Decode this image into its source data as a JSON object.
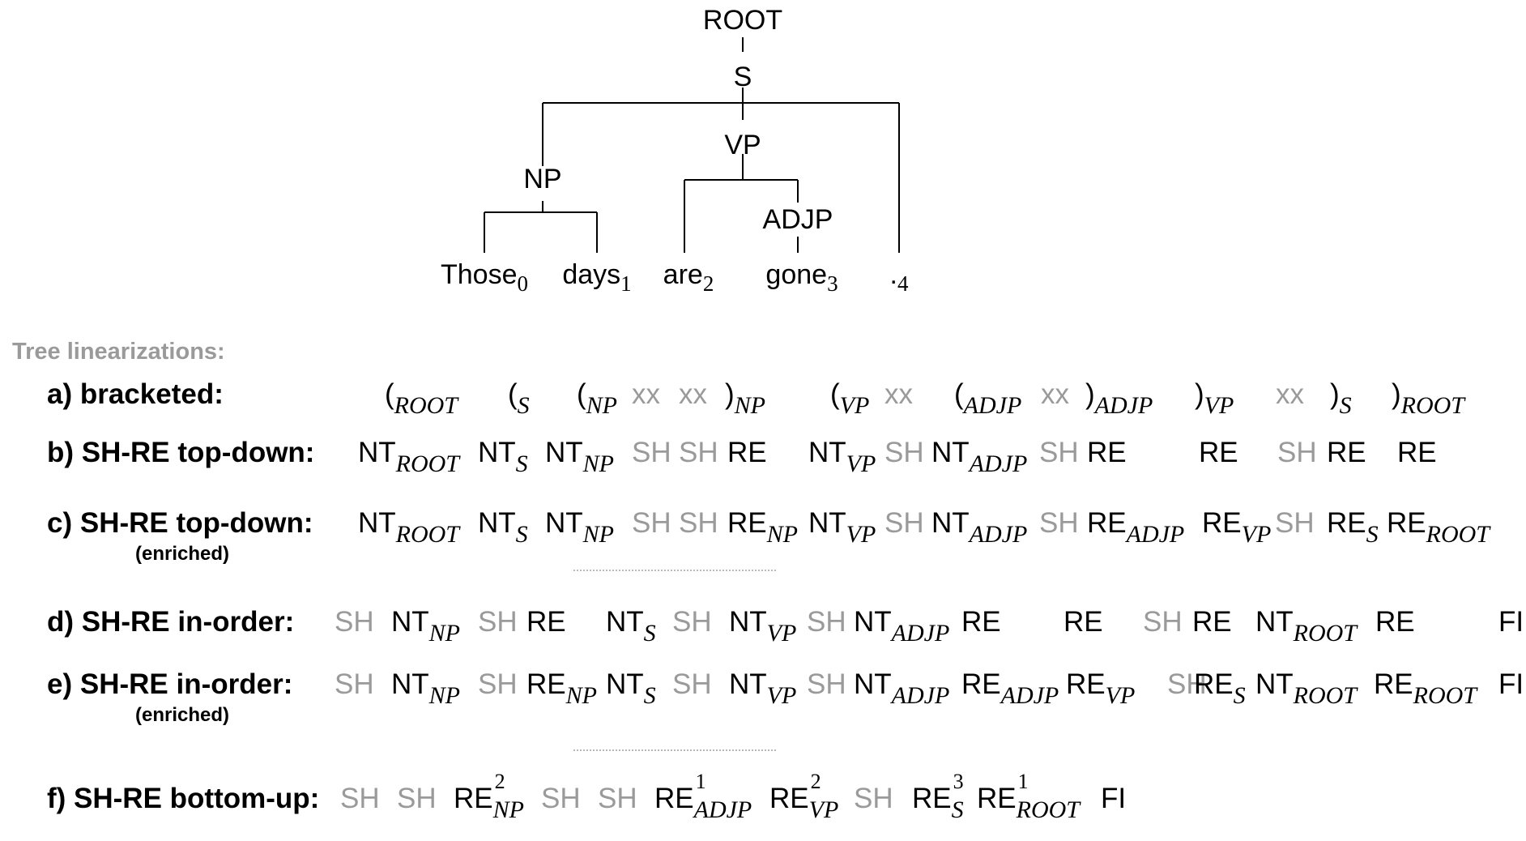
{
  "tree": {
    "labels": {
      "root": "ROOT",
      "s": "S",
      "np": "NP",
      "vp": "VP",
      "adjp": "ADJP"
    },
    "words": [
      {
        "text": "Those",
        "idx": "0"
      },
      {
        "text": "days",
        "idx": "1"
      },
      {
        "text": "are",
        "idx": "2"
      },
      {
        "text": "gone",
        "idx": "3"
      },
      {
        "text": ".",
        "idx": "4"
      }
    ]
  },
  "section_title": "Tree linearizations:",
  "rows": {
    "a": {
      "label": "a) bracketed:",
      "tokens": [
        {
          "t": "(",
          "sub": "ROOT"
        },
        {
          "t": "(",
          "sub": "S"
        },
        {
          "t": "(",
          "sub": "NP"
        },
        {
          "t": "xx",
          "g": true
        },
        {
          "t": "xx",
          "g": true
        },
        {
          "t": ")",
          "sub": "NP"
        },
        {
          "t": "(",
          "sub": "VP"
        },
        {
          "t": "xx",
          "g": true
        },
        {
          "t": "(",
          "sub": "ADJP"
        },
        {
          "t": "xx",
          "g": true
        },
        {
          "t": ")",
          "sub": "ADJP"
        },
        {
          "t": ")",
          "sub": "VP"
        },
        {
          "t": "xx",
          "g": true
        },
        {
          "t": ")",
          "sub": "S"
        },
        {
          "t": ")",
          "sub": "ROOT"
        }
      ]
    },
    "b": {
      "label": "b) SH-RE top-down:",
      "tokens": [
        {
          "t": "NT",
          "sub": "ROOT"
        },
        {
          "t": "NT",
          "sub": "S"
        },
        {
          "t": "NT",
          "sub": "NP"
        },
        {
          "t": "SH",
          "g": true
        },
        {
          "t": "SH",
          "g": true
        },
        {
          "t": "RE"
        },
        {
          "t": "NT",
          "sub": "VP"
        },
        {
          "t": "SH",
          "g": true
        },
        {
          "t": "NT",
          "sub": "ADJP"
        },
        {
          "t": "SH",
          "g": true
        },
        {
          "t": "RE"
        },
        {
          "t": "RE"
        },
        {
          "t": "SH",
          "g": true
        },
        {
          "t": "RE"
        },
        {
          "t": "RE"
        }
      ]
    },
    "c": {
      "label": "c) SH-RE top-down:",
      "sublabel": "(enriched)",
      "tokens": [
        {
          "t": "NT",
          "sub": "ROOT"
        },
        {
          "t": "NT",
          "sub": "S"
        },
        {
          "t": "NT",
          "sub": "NP"
        },
        {
          "t": "SH",
          "g": true
        },
        {
          "t": "SH",
          "g": true
        },
        {
          "t": "RE",
          "sub": "NP"
        },
        {
          "t": "NT",
          "sub": "VP"
        },
        {
          "t": "SH",
          "g": true
        },
        {
          "t": "NT",
          "sub": "ADJP"
        },
        {
          "t": "SH",
          "g": true
        },
        {
          "t": "RE",
          "sub": "ADJP"
        },
        {
          "t": "RE",
          "sub": "VP"
        },
        {
          "t": "SH",
          "g": true
        },
        {
          "t": "RE",
          "sub": "S"
        },
        {
          "t": "RE",
          "sub": "ROOT"
        }
      ]
    },
    "d": {
      "label": "d) SH-RE in-order:",
      "tokens": [
        {
          "t": "SH",
          "g": true
        },
        {
          "t": "NT",
          "sub": "NP"
        },
        {
          "t": "SH",
          "g": true
        },
        {
          "t": "RE"
        },
        {
          "t": "NT",
          "sub": "S"
        },
        {
          "t": "SH",
          "g": true
        },
        {
          "t": "NT",
          "sub": "VP"
        },
        {
          "t": "SH",
          "g": true
        },
        {
          "t": "NT",
          "sub": "ADJP"
        },
        {
          "t": "RE"
        },
        {
          "t": "RE"
        },
        {
          "t": "SH",
          "g": true
        },
        {
          "t": "RE"
        },
        {
          "t": "NT",
          "sub": "ROOT"
        },
        {
          "t": "RE"
        },
        {
          "t": "FI"
        }
      ]
    },
    "e": {
      "label": "e) SH-RE in-order:",
      "sublabel": "(enriched)",
      "tokens": [
        {
          "t": "SH",
          "g": true
        },
        {
          "t": "NT",
          "sub": "NP"
        },
        {
          "t": "SH",
          "g": true
        },
        {
          "t": "RE",
          "sub": "NP"
        },
        {
          "t": "NT",
          "sub": "S"
        },
        {
          "t": "SH",
          "g": true
        },
        {
          "t": "NT",
          "sub": "VP"
        },
        {
          "t": "SH",
          "g": true
        },
        {
          "t": "NT",
          "sub": "ADJP"
        },
        {
          "t": "RE",
          "sub": "ADJP"
        },
        {
          "t": "RE",
          "sub": "VP"
        },
        {
          "t": "SH",
          "g": true
        },
        {
          "t": "RE",
          "sub": "S"
        },
        {
          "t": "NT",
          "sub": "ROOT"
        },
        {
          "t": "RE",
          "sub": "ROOT"
        },
        {
          "t": "FI"
        }
      ]
    },
    "f": {
      "label": "f) SH-RE bottom-up:",
      "tokens": [
        {
          "t": "SH",
          "g": true
        },
        {
          "t": "SH",
          "g": true
        },
        {
          "t": "RE",
          "sub": "NP",
          "sup": "2"
        },
        {
          "t": "SH",
          "g": true
        },
        {
          "t": "SH",
          "g": true
        },
        {
          "t": "RE",
          "sub": "ADJP",
          "sup": "1"
        },
        {
          "t": "RE",
          "sub": "VP",
          "sup": "2"
        },
        {
          "t": "SH",
          "g": true
        },
        {
          "t": "RE",
          "sub": "S",
          "sup": "3"
        },
        {
          "t": "RE",
          "sub": "ROOT",
          "sup": "1"
        },
        {
          "t": "FI"
        }
      ]
    }
  }
}
